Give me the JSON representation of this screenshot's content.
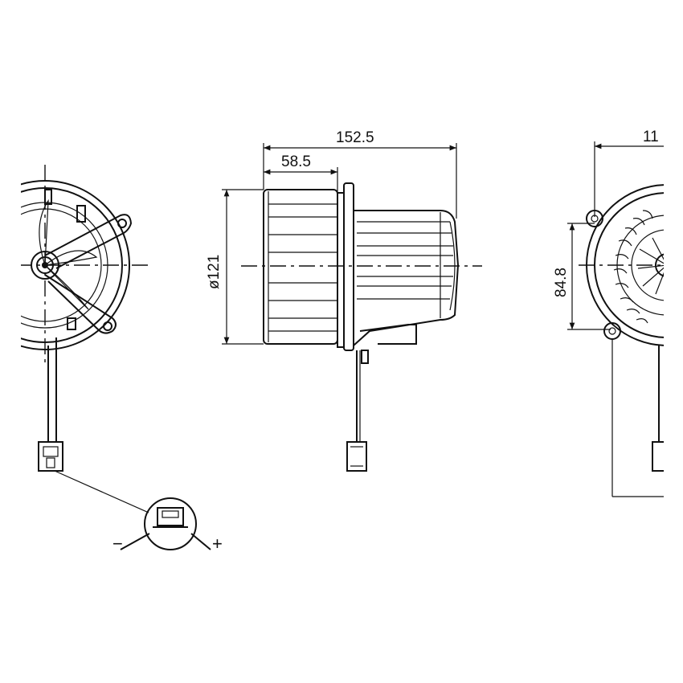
{
  "dimensions": {
    "overall_length": "152.5",
    "housing_length": "58.5",
    "diameter": "ø121",
    "mount_spacing": "84.8",
    "right_width_partial": "11"
  },
  "polarity": {
    "negative": "−",
    "positive": "+"
  },
  "colors": {
    "line": "#111111",
    "background": "#ffffff"
  }
}
